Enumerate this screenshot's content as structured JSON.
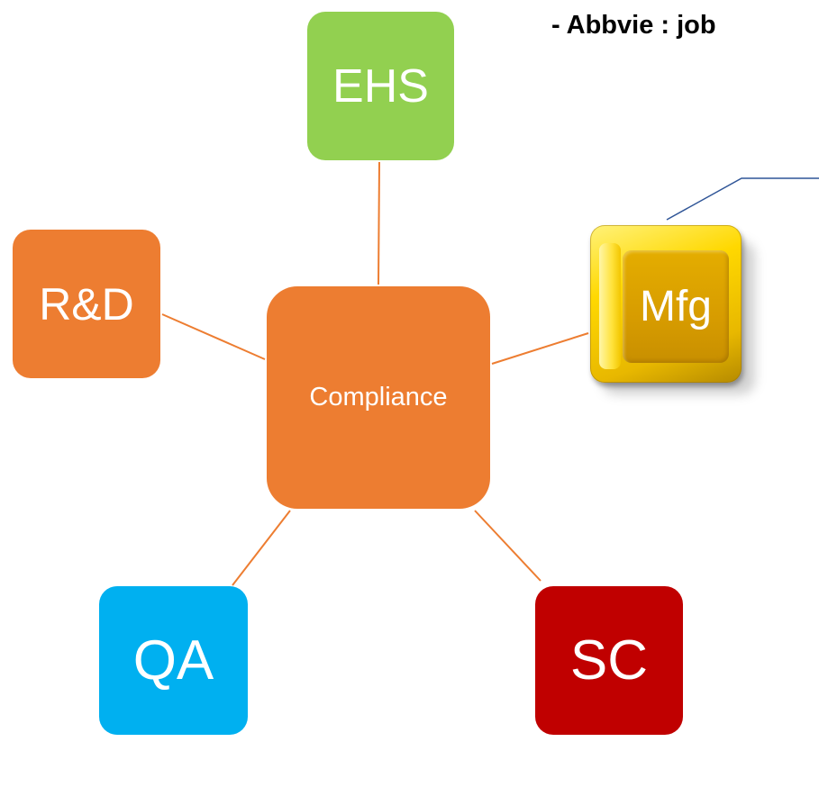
{
  "note": {
    "text": "- Abbvie : job"
  },
  "nodes": {
    "center": "Compliance",
    "ehs": "EHS",
    "rd": "R&D",
    "mfg": "Mfg",
    "qa": "QA",
    "sc": "SC"
  },
  "colors": {
    "connector": "#ed7d31",
    "callout_line": "#2f5597",
    "ehs": "#92d050",
    "rd": "#ed7d31",
    "compliance": "#ed7d31",
    "qa": "#00b0f0",
    "sc": "#c00000",
    "mfg": "#ffd800"
  }
}
